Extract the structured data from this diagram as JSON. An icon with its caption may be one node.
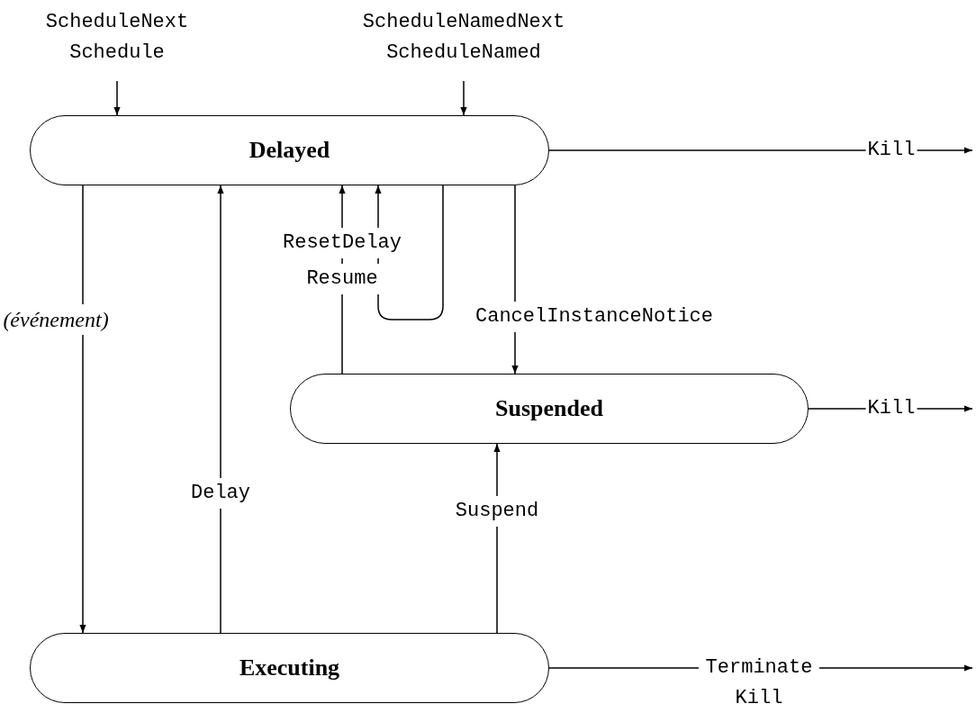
{
  "diagram": {
    "nodes": [
      {
        "text": [
          "Delayed"
        ]
      },
      {
        "text": [
          "Suspended"
        ]
      },
      {
        "text": [
          "Executing"
        ]
      },
      {
        "text": [
          "ScheduleNext",
          "Schedule"
        ]
      },
      {
        "text": [
          "ScheduleNamedNext",
          "ScheduleNamed"
        ]
      }
    ],
    "edges": [
      {
        "from": 3,
        "to": 0,
        "arrow": "to"
      },
      {
        "from": 4,
        "to": 0,
        "arrow": "to"
      },
      {
        "from": 0,
        "to": null,
        "arrow": "to",
        "label": "Kill"
      },
      {
        "from": 1,
        "to": null,
        "arrow": "to",
        "label": "Kill"
      },
      {
        "from": 2,
        "to": null,
        "arrow": "to",
        "label": "Terminate Kill"
      },
      {
        "from": 0,
        "to": 2,
        "arrow": "to",
        "label": "(événement)"
      },
      {
        "from": 2,
        "to": 0,
        "arrow": "to",
        "label": "Delay"
      },
      {
        "from": 1,
        "to": 0,
        "arrow": "to",
        "label": "ResetDelay"
      },
      {
        "from": 0,
        "to": 0,
        "arrow": "to",
        "label": "Resume"
      },
      {
        "from": 0,
        "to": 1,
        "arrow": "to",
        "label": "CancelInstanceNotice"
      },
      {
        "from": 2,
        "to": 1,
        "arrow": "to",
        "label": "Suspend"
      }
    ]
  }
}
